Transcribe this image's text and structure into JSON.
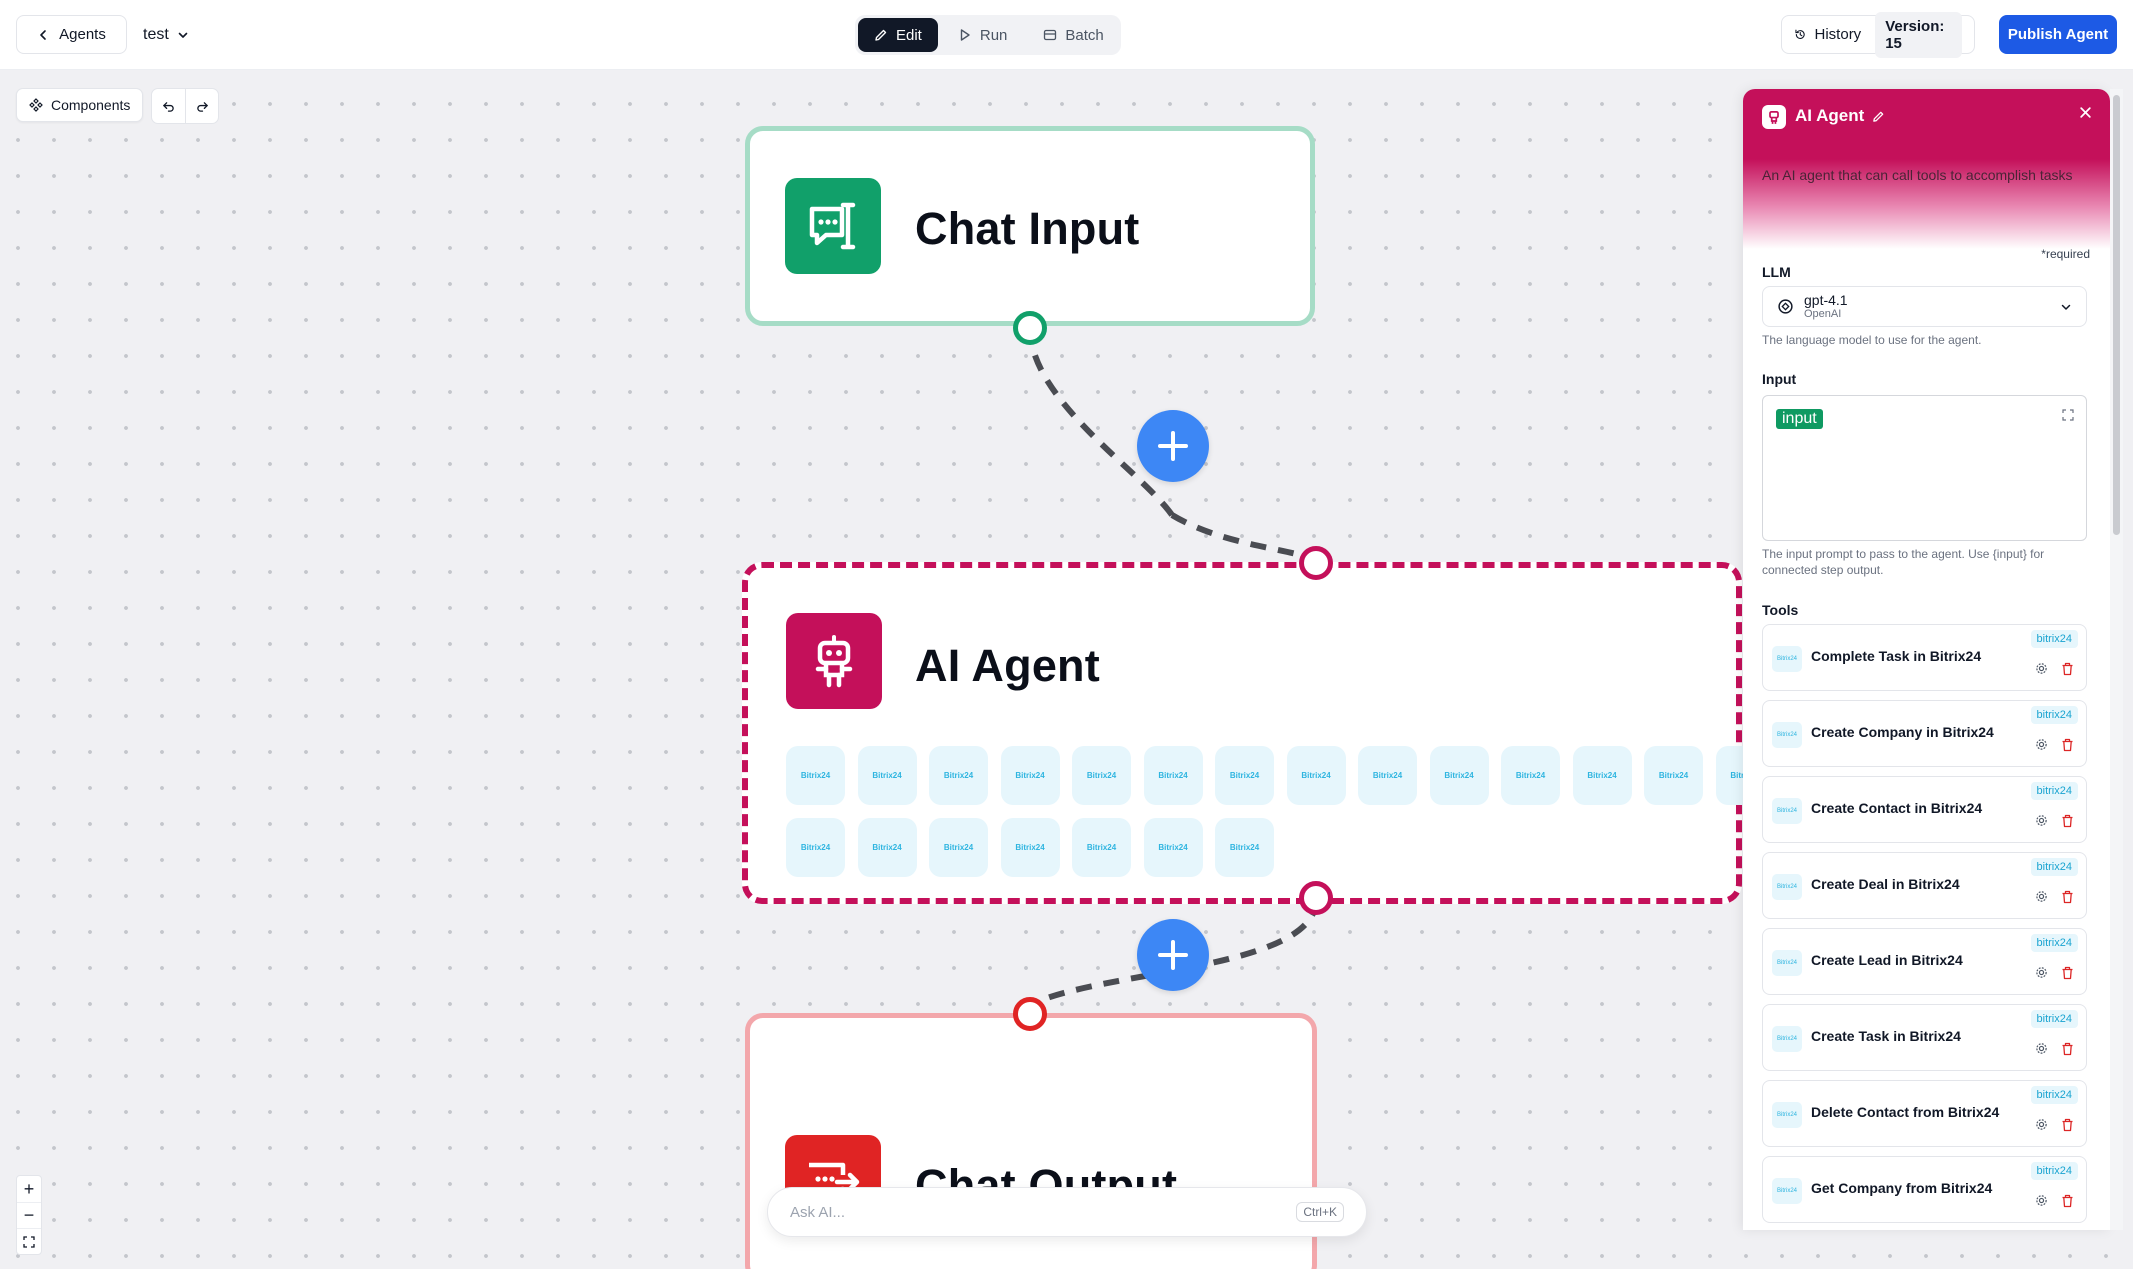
{
  "header": {
    "back_label": "Agents",
    "agent_name": "test",
    "modes": [
      {
        "label": "Edit",
        "active": true
      },
      {
        "label": "Run",
        "active": false
      },
      {
        "label": "Batch",
        "active": false
      }
    ],
    "history_label": "History",
    "version_label": "Version: 15",
    "publish_label": "Publish Agent"
  },
  "canvas": {
    "components_label": "Components",
    "ask_ai_placeholder": "Ask AI...",
    "ask_ai_shortcut": "Ctrl+K"
  },
  "nodes": {
    "chat_input": {
      "title": "Chat Input",
      "color": "#11a06a"
    },
    "agent": {
      "title": "AI Agent",
      "color": "#c4105a",
      "tool_chip_label": "Bitrix24",
      "tool_chip_count": 21
    },
    "chat_output": {
      "title": "Chat Output",
      "color": "#e02424"
    }
  },
  "panel": {
    "title": "AI Agent",
    "description": "An AI agent that can call tools to accomplish tasks",
    "required_note": "*required",
    "llm": {
      "label": "LLM",
      "model": "gpt-4.1",
      "provider": "OpenAI",
      "help": "The language model to use for the agent."
    },
    "input": {
      "label": "Input",
      "tag": "input",
      "help": "The input prompt to pass to the agent. Use {input} for connected step output."
    },
    "tools_label": "Tools",
    "tool_badge": "bitrix24",
    "tool_logo_label": "Bitrix24",
    "tools": [
      "Complete Task in Bitrix24",
      "Create Company in Bitrix24",
      "Create Contact in Bitrix24",
      "Create Deal in Bitrix24",
      "Create Lead in Bitrix24",
      "Create Task in Bitrix24",
      "Delete Contact from Bitrix24",
      "Get Company from Bitrix24"
    ]
  }
}
